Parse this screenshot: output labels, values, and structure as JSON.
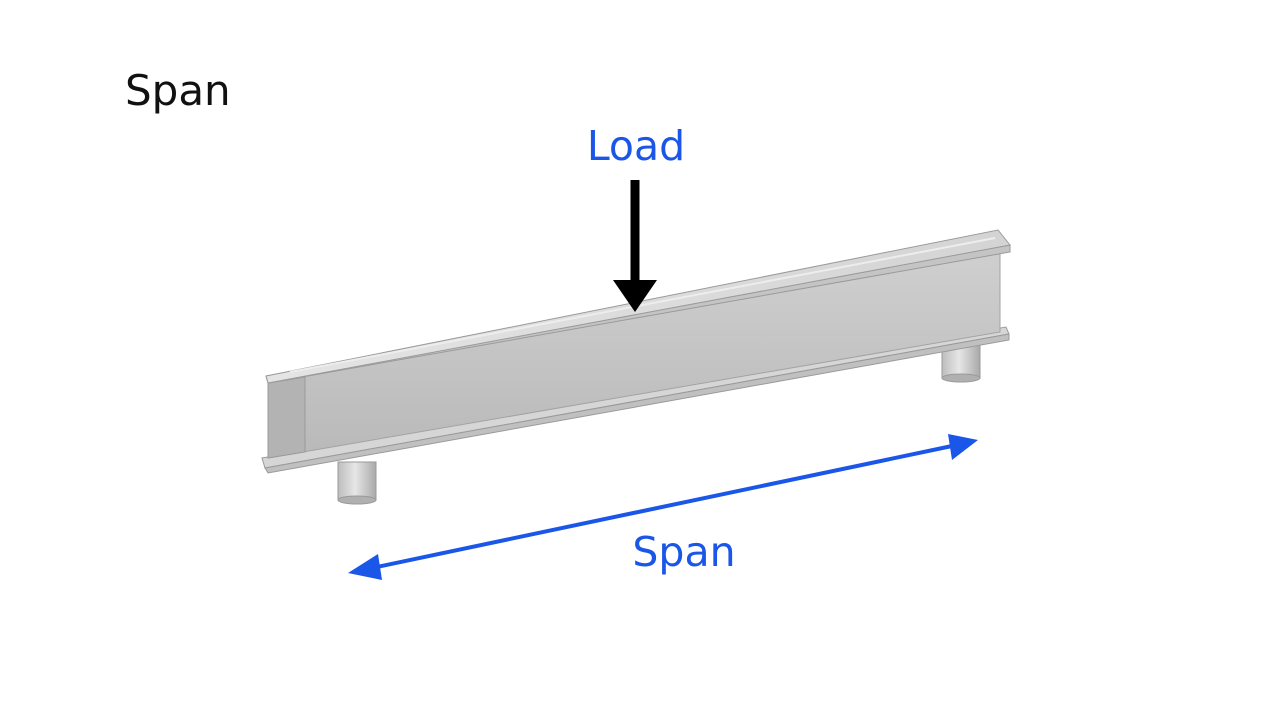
{
  "slide": {
    "title": "Span"
  },
  "diagram": {
    "load_label": "Load",
    "span_label": "Span",
    "colors": {
      "accent": "#1a56e8",
      "load_arrow": "#000000",
      "beam_web": "#c6c6c6",
      "beam_flange_top": "#dcdcdc",
      "beam_edge": "#9a9a9a"
    }
  }
}
